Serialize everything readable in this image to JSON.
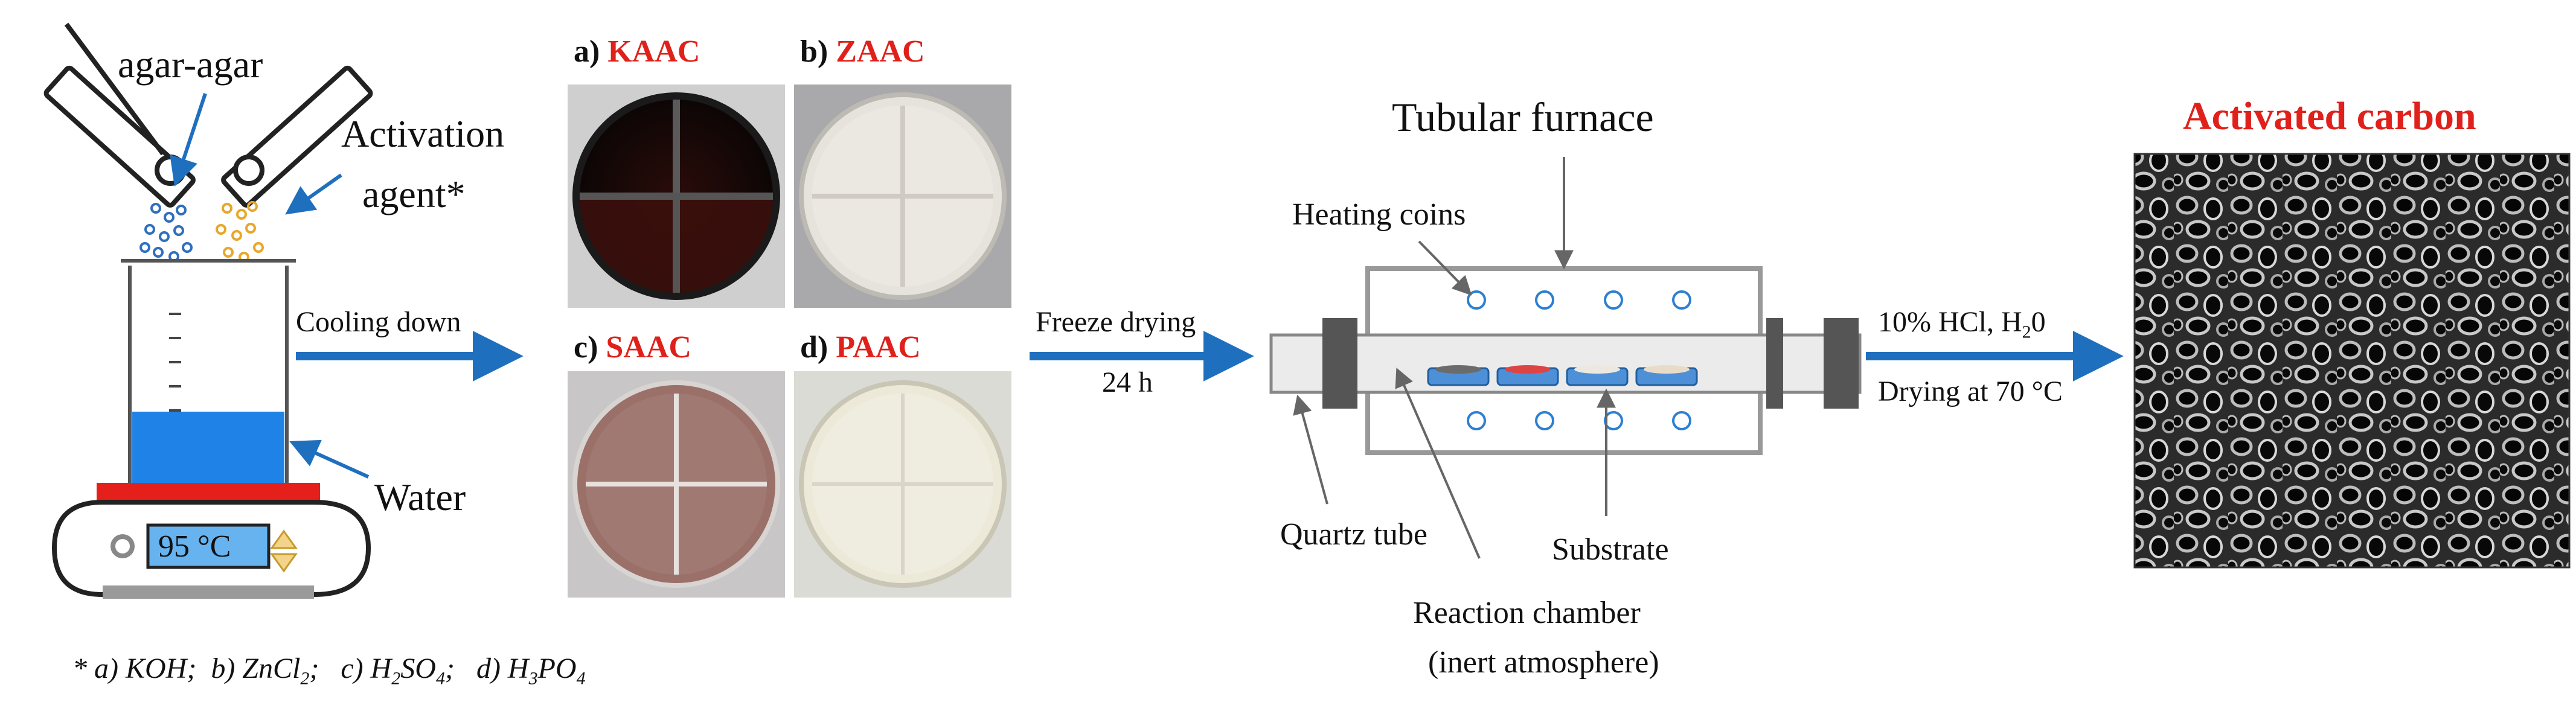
{
  "beaker_stage": {
    "agar_label": "agar-agar",
    "activation_label_line1": "Activation",
    "activation_label_line2": "agent*",
    "water_label": "Water",
    "temperature_display": "95 °C"
  },
  "step1": {
    "label": "Cooling down"
  },
  "dishes": [
    {
      "letter": "a)",
      "name": "KAAC"
    },
    {
      "letter": "b)",
      "name": "ZAAC"
    },
    {
      "letter": "c)",
      "name": "SAAC"
    },
    {
      "letter": "d)",
      "name": "PAAC"
    }
  ],
  "step2": {
    "line1": "Freeze drying",
    "line2": "24 h"
  },
  "furnace": {
    "title": "Tubular furnace",
    "heating_label": "Heating coins",
    "quartz_label": "Quartz tube",
    "substrate_label": "Substrate",
    "chamber_line1": "Reaction chamber",
    "chamber_line2": "(inert atmosphere)"
  },
  "step3": {
    "line1_a": "10% HCl, H",
    "line1_sub": "2",
    "line1_b": "0",
    "line2": "Drying at 70 °C"
  },
  "result": {
    "title": "Activated carbon"
  },
  "footnote": {
    "star": "*",
    "a_pre": "a) KOH;",
    "b_pre": "b) ZnCl",
    "b_sub": "2",
    "b_post": ";",
    "c_pre": "c) H",
    "c_sub1": "2",
    "c_mid": "SO",
    "c_sub2": "4",
    "c_post": ";",
    "d_pre": "d) H",
    "d_sub1": "3",
    "d_mid": "PO",
    "d_sub2": "4"
  },
  "colors": {
    "arrow_blue": "#1f6fbf",
    "water_blue": "#1e82e6",
    "hotplate_red": "#e5201b",
    "accent_red": "#e0211b",
    "dish_blue": "#5b9bd5"
  }
}
